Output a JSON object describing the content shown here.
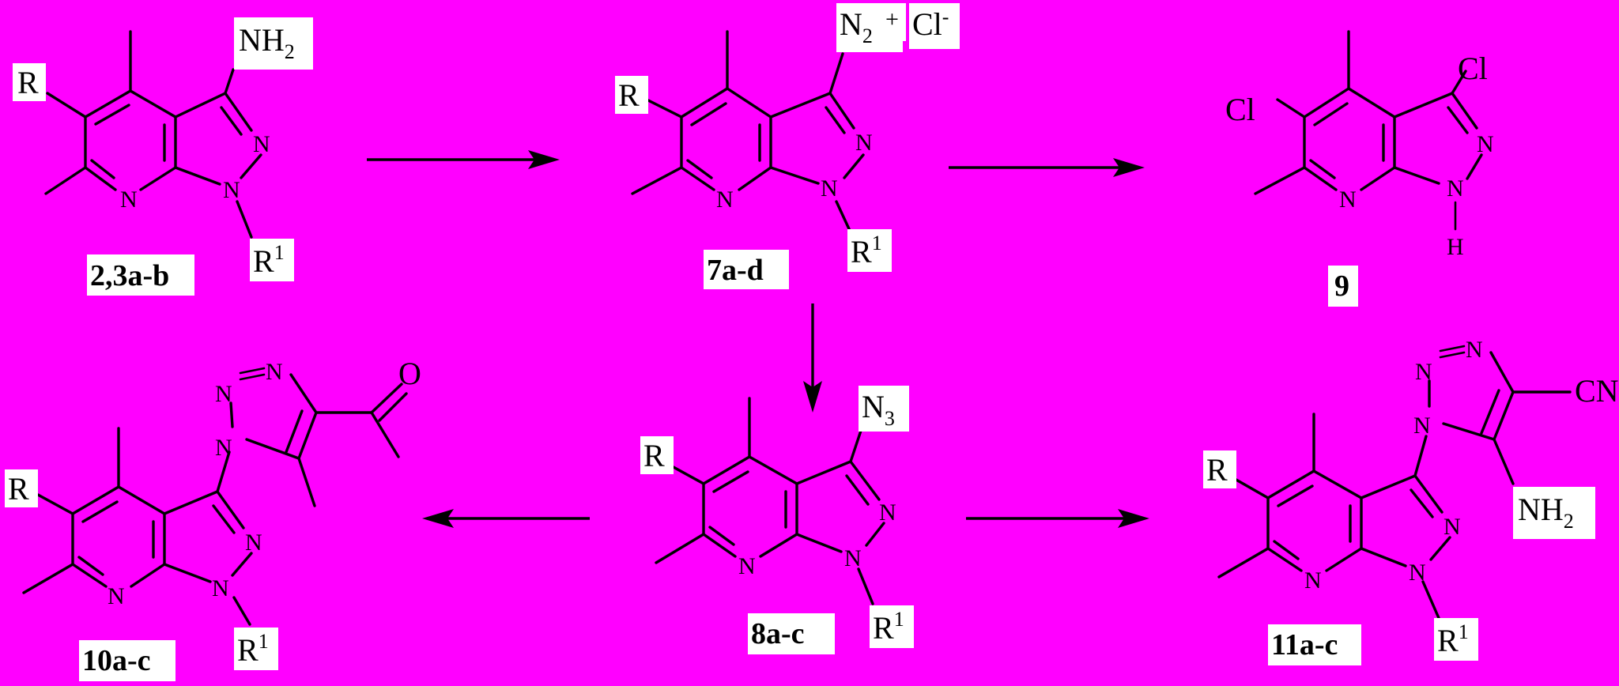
{
  "background_color": "#FF00FF",
  "label_box_color": "#FFFFFF",
  "line_color": "#000000",
  "atoms": {
    "R": "R",
    "R1_main": "R",
    "R1_sup": "1",
    "N": "N",
    "H": "H",
    "Cl": "Cl",
    "O": "O",
    "CN": "CN",
    "NH2_main": "NH",
    "NH2_sub": "2",
    "N3_main": "N",
    "N3_sub": "3",
    "N2_main": "N",
    "N2_sub": "2",
    "plus": "+",
    "Cl_minus_main": "Cl",
    "Cl_minus_sup": "-"
  },
  "compounds": {
    "c2_3ab": "2,3a-b",
    "c7ad": "7a-d",
    "c9": "9",
    "c8ac": "8a-c",
    "c10ac": "10a-c",
    "c11ac": "11a-c"
  }
}
